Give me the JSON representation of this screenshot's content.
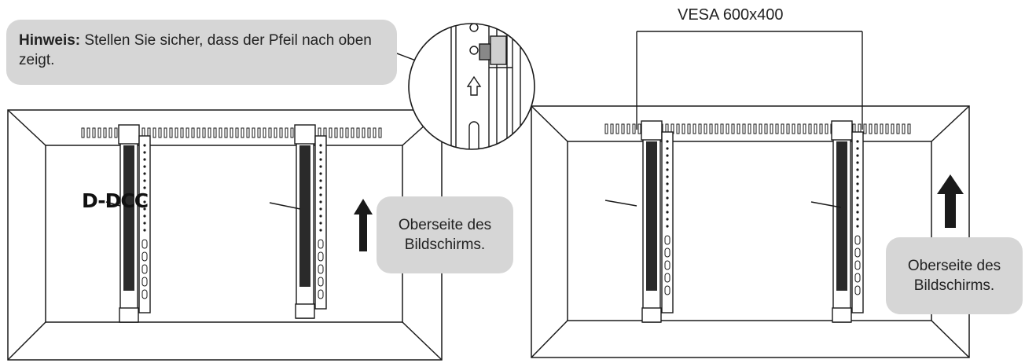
{
  "note": {
    "label": "Hinweis:",
    "text": "Stellen Sie sicher, dass der Pfeil nach oben zeigt."
  },
  "screen_top_left": {
    "line1": "Oberseite des",
    "line2": "Bildschirms."
  },
  "screen_top_right": {
    "line1": "Oberseite des",
    "line2": "Bildschirms."
  },
  "vesa_label": "VESA 600x400",
  "part_label": "D-DCC",
  "colors": {
    "line": "#1a1a1a",
    "callout_bg": "#d6d6d6",
    "background": "#ffffff"
  }
}
